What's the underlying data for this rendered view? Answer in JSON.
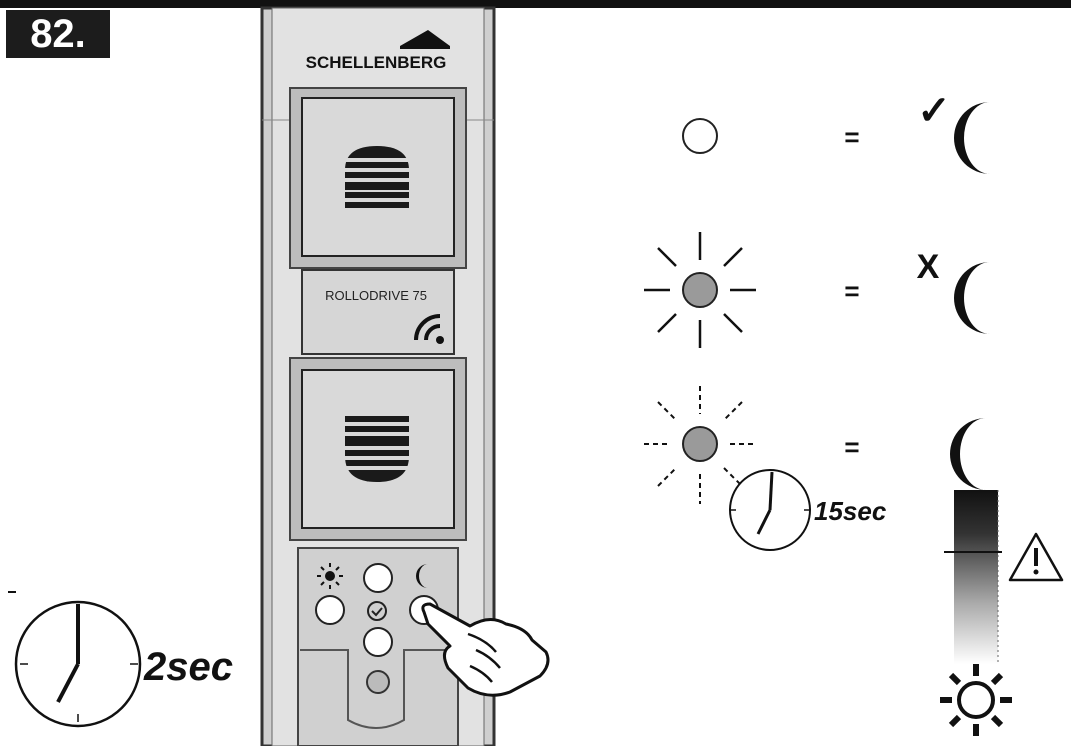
{
  "step": {
    "number": "82."
  },
  "device": {
    "brand": "SCHELLENBERG",
    "model": "ROLLODRIVE 75"
  },
  "timers": {
    "hold": "2sec",
    "blink": "15sec"
  },
  "legend": {
    "equals": "=",
    "check_mark": "✓",
    "cross_mark": "X"
  },
  "icons": {
    "warning": "warning-triangle-icon",
    "sun": "sun-icon",
    "moon": "moon-icon",
    "hand": "pointing-hand-icon",
    "clock": "clock-icon"
  },
  "colors": {
    "led_on": "#9a9a9a",
    "device_body": "#d8d8d8",
    "ink": "#111111"
  }
}
